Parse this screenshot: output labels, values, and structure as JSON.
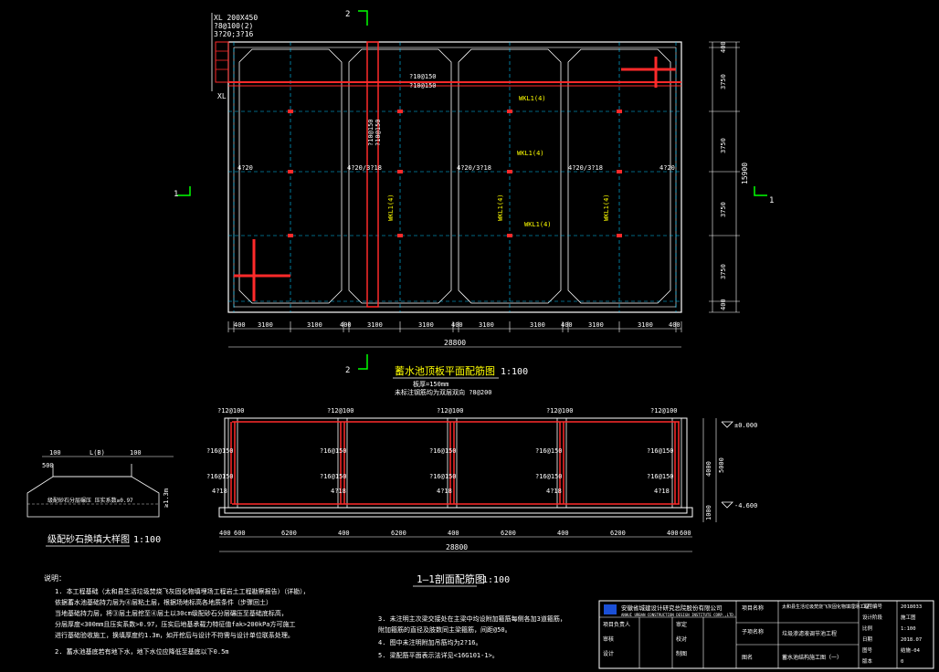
{
  "colors": {
    "background": "#000000",
    "outline": "#ffffff",
    "rebar": "#ff2a2a",
    "grid": "#00c8ff",
    "note_text": "#ffffff",
    "label_yellow": "#ffff00",
    "section_marker": "#00ff00"
  },
  "plan": {
    "title": "蓄水池顶板平面配筋图",
    "scale": "1:100",
    "sub_note_1": "板厚=150mm",
    "sub_note_2": "未标注钢筋均为双层双向 ?8@200",
    "top_note_lines": [
      "XL 200X450",
      "?8@100(2)",
      "3?20;3?16"
    ],
    "xl_label": "XL",
    "beam_labels": [
      "?10@150",
      "?10@150",
      "?10@150",
      "?10@150"
    ],
    "grid_labels": [
      "4?20",
      "4?20/3?18",
      "4?20/3?18",
      "4?20/3?18",
      "4?20"
    ],
    "slab_label": "WKL1(4)",
    "dims_bottom": [
      "400",
      "3100",
      "3100",
      "400",
      "3100",
      "3100",
      "400",
      "3100",
      "3100",
      "400",
      "3100",
      "3100",
      "400"
    ],
    "total_bottom": "28800",
    "dims_right": [
      "400",
      "3750",
      "3750",
      "3750",
      "3750",
      "400"
    ],
    "total_right": "15900",
    "section_mark_1": "1",
    "section_mark_2": "2"
  },
  "section": {
    "title": "1—1剖面配筋图",
    "scale": "1:100",
    "top_labels": [
      "?12@100",
      "?12@100",
      "?12@100",
      "?12@100",
      "?12@100"
    ],
    "wall_labels": [
      "?16@150",
      "?16@150",
      "?16@150",
      "?16@150",
      "?16@150"
    ],
    "corner_labels": [
      "4?18",
      "4?18",
      "4?18",
      "4?18",
      "4?18"
    ],
    "elev_top": "±0.000",
    "elev_bottom": "-4.600",
    "dims_bottom": [
      "400",
      "600",
      "6200",
      "400",
      "6200",
      "400",
      "6200",
      "400",
      "6200",
      "400",
      "600"
    ],
    "total_bottom": "28800",
    "dims_right": [
      "4000",
      "1000"
    ],
    "total_right": "5000"
  },
  "detail": {
    "title": "级配砂石换填大样图",
    "scale": "1:100",
    "label_l": "L(B)",
    "dim_left": "100",
    "dim_right": "100",
    "dim_side": "500",
    "note": "级配砂石分层碾压 压实系数≥0.97",
    "depth": "≥1.3m"
  },
  "notes": {
    "heading": "说明：",
    "items": [
      "1. 本工程基础（太和县生活垃圾焚烧飞灰固化物填埋场工程岩土工程勘察报告）（详勘），",
      "   依据蓄水池基础持力层为④层粘土层，根据场地标高各地质条件（步骤回土）",
      "   当地基础持力层，将③层土层挖至④层土以30cm级配砂石分层碾压至基础底标高，",
      "   分层厚度<300mm且压实系数>0.97，压实后地基承载力特征值fak>200kPa方可施工",
      "   进行基础验收施工，换填厚度约1.3m，如开挖后与设计不符需与设计单位联系处理。",
      "2. 蓄水池基底若有地下水，地下水位应降低至基底以下0.5m"
    ],
    "items_right": [
      "3. 未注明主次梁交接处在主梁中均设附加箍筋每侧各加3道箍筋，",
      "   附加箍筋的直径及肢数同主梁箍筋，间距@50。",
      "4. 图中未注明附加吊筋均为2?16。",
      "5. 梁配筋平面表示法详见<16G101-1>。"
    ]
  },
  "title_block": {
    "company": "安徽省城建设计研究总院股份有限公司",
    "company_en": "ANHUI URBAN CONSTRUCTION DESIGN INSTITUTE CORP.,LTD.",
    "cells_left": [
      "项目负责人",
      "审定",
      "审核",
      "校对",
      "设计",
      "制图"
    ],
    "project_label": "项目名称",
    "project_name": "太和县生活垃圾焚烧飞灰固化物填埋场工程",
    "sub_label": "子项名称",
    "sub_name": "垃圾渗滤液调节池工程",
    "drawing_label": "图名",
    "drawing_name": "蓄水池结构施工图（一）",
    "right_labels": [
      "工程编号",
      "设计阶段",
      "比例",
      "日期",
      "图号",
      "版本"
    ],
    "right_values": [
      "2018033",
      "施工图",
      "1:100",
      "2018.07",
      "结施-04",
      "0"
    ]
  }
}
